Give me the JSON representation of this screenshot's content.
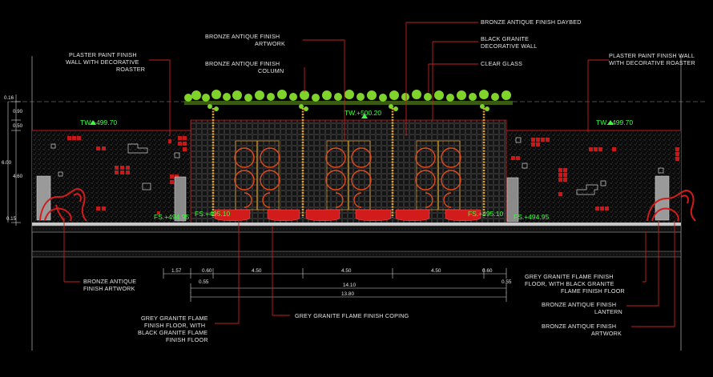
{
  "labels": {
    "daybed": "BRONZE ANTIQUE FINISH DAYBED",
    "artwork_top_1": "BRONZE ANTIQUE FINISH",
    "artwork_top_2": "ARTWORK",
    "granite_wall_1": "BLACK GRANITE",
    "granite_wall_2": "DECORATIVE WALL",
    "column_1": "BRONZE ANTIQUE FINISH",
    "column_2": "COLUMN",
    "clear_glass": "CLEAR GLASS",
    "plaster_left_1": "PLASTER PAINT FINISH",
    "plaster_left_2": "WALL WITH DECORATIVE",
    "plaster_left_3": "ROASTER",
    "plaster_right_1": "PLASTER PAINT FINISH WALL",
    "plaster_right_2": "WITH DECORATIVE ROASTER",
    "artwork_left_1": "BRONZE ANTIQUE",
    "artwork_left_2": "FINISH ARTWORK",
    "floor_left_1": "GREY GRANITE FLAME",
    "floor_left_2": "FINISH FLOOR, WITH",
    "floor_left_3": "BLACK GRANITE FLAME",
    "floor_left_4": "FINISH FLOOR",
    "coping": "GREY GRANITE FLAME FINISH COPING",
    "floor_right_1": "GREY GRANITE FLAME FINISH",
    "floor_right_2": "FLOOR, WITH BLACK GRANITE",
    "floor_right_3": "FLAME FINISH FLOOR",
    "lantern_1": "BRONZE ANTIQUE FINISH",
    "lantern_2": "LANTERN",
    "artwork_right_1": "BRONZE ANTIQUE FINISH",
    "artwork_right_2": "ARTWORK"
  },
  "levels": {
    "tw_left": "TW.+499.70",
    "tw_center": "TW.+500.20",
    "tw_right": "TW.+499.70",
    "fs_left_1": "FS.+494.95",
    "fs_left_2": "FS.+495.10",
    "fs_right_1": "FS.+495.10",
    "fs_right_2": "FS.+494.95"
  },
  "vertical_dims": [
    "0.16",
    "0.90",
    "0.50",
    "6.00",
    "4.60",
    "0.15"
  ],
  "horizontal_dims": {
    "d157": "1.57",
    "d060a": "0.60",
    "d055a": "0.55",
    "d450a": "4.50",
    "d450b": "4.50",
    "d450c": "4.50",
    "d060b": "0.60",
    "d055b": "0.55",
    "d1410": "14.10",
    "d1380": "13.80"
  },
  "colors": {
    "background": "#000000",
    "label_text": "#e6e6e6",
    "leader": "#c62020",
    "level_text": "#3cff3c",
    "wall_red": "#c41a1a",
    "foliage": "#7fd32a",
    "bronze": "#e2a12a"
  }
}
